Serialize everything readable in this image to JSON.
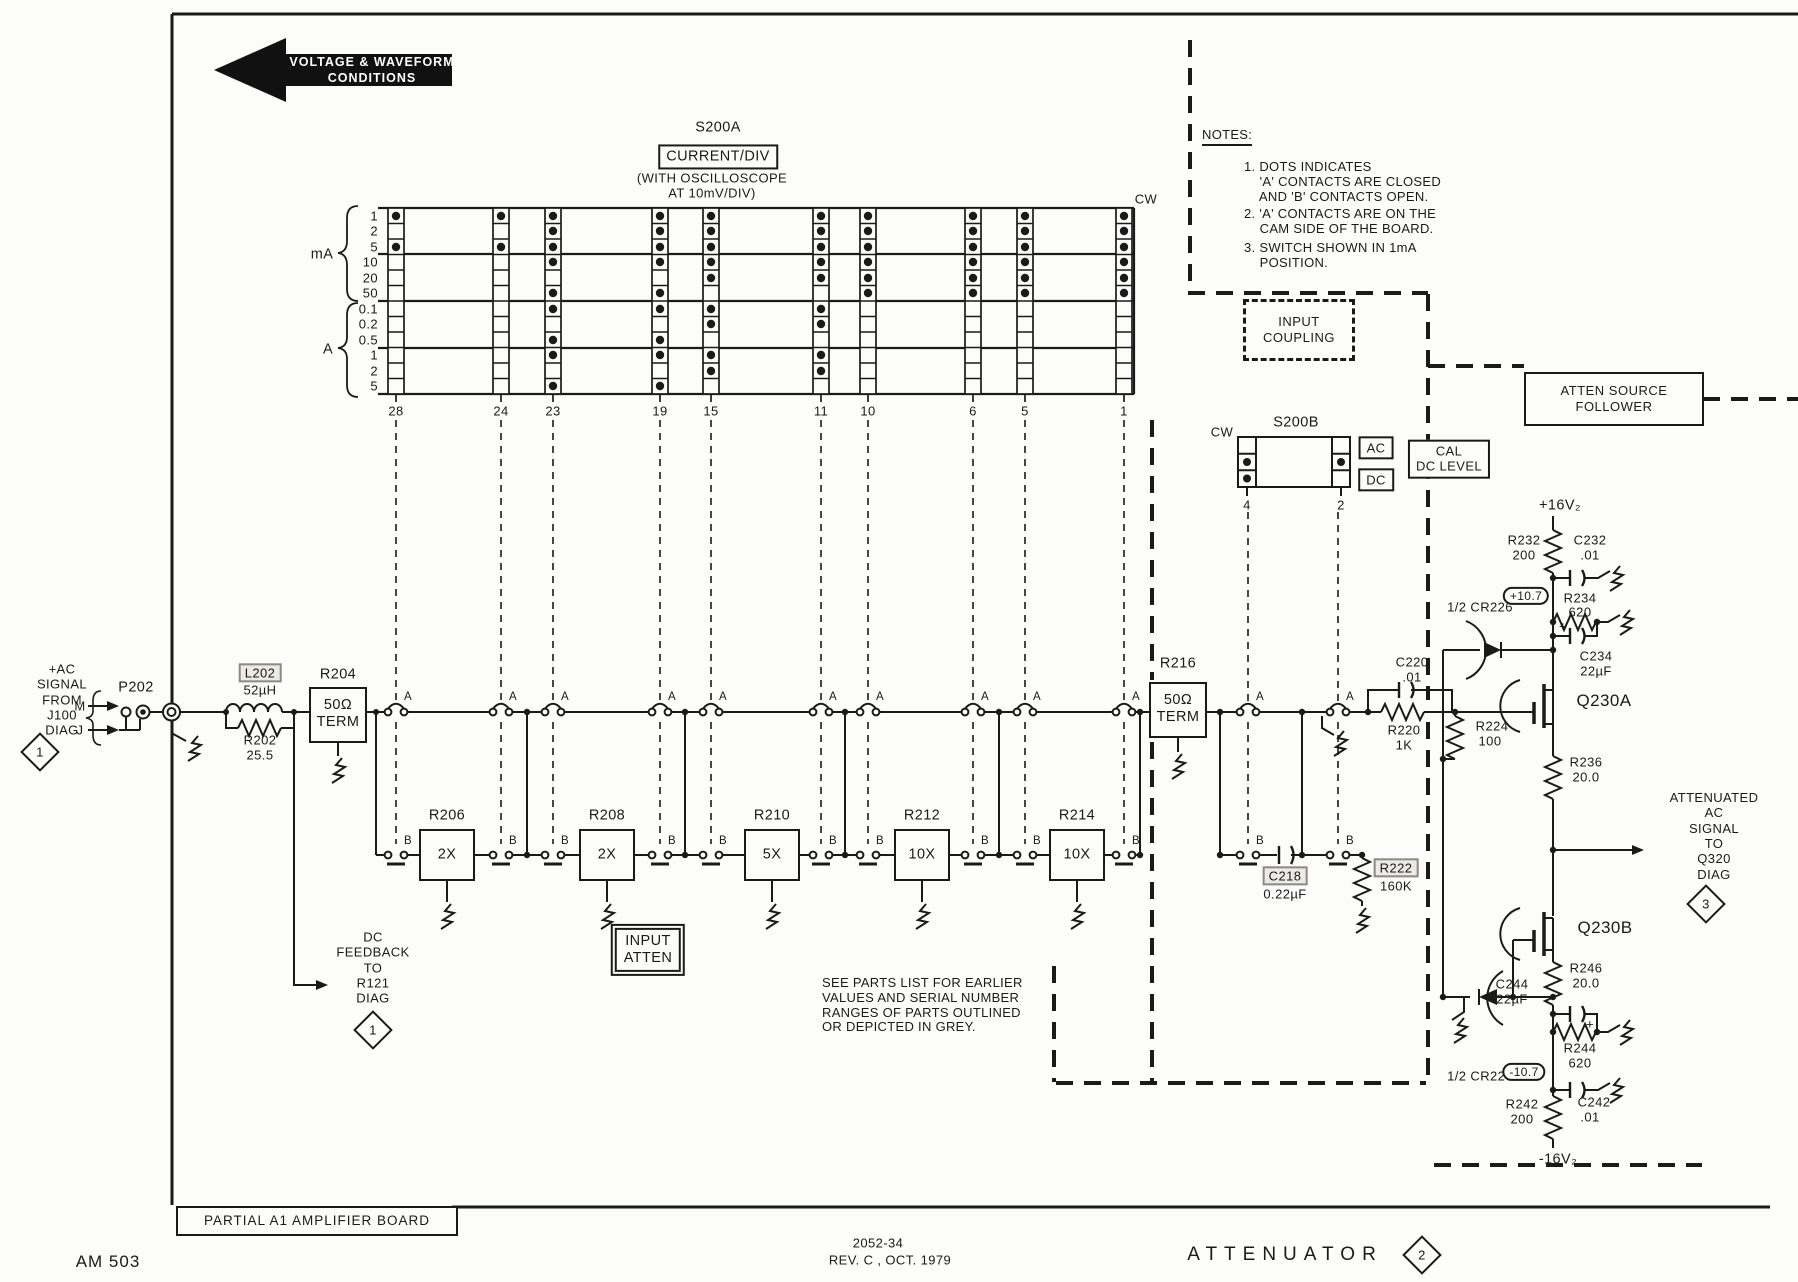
{
  "title_arrow": {
    "label": "VOLTAGE & WAVEFORM\nCONDITIONS"
  },
  "s200a": {
    "name": "S200A",
    "function": "CURRENT/DIV",
    "condition": "(WITH OSCILLOSCOPE\nAT 10mV/DIV)",
    "cw": "CW",
    "unit_groups": [
      {
        "label": "mA",
        "rows": [
          "1",
          "2",
          "5",
          "10",
          "20",
          "50"
        ]
      },
      {
        "label": "A",
        "rows": [
          "0.1",
          "0.2",
          "0.5",
          "1",
          "2",
          "5"
        ]
      }
    ],
    "cams": [
      {
        "contact": "28",
        "closed_rows": [
          0,
          2
        ]
      },
      {
        "contact": "24",
        "closed_rows": [
          0,
          2
        ]
      },
      {
        "contact": "23",
        "closed_rows": [
          0,
          1,
          2,
          3,
          5,
          6,
          8,
          9,
          11
        ]
      },
      {
        "contact": "19",
        "closed_rows": [
          0,
          1,
          2,
          3,
          5,
          6,
          8,
          9,
          11
        ]
      },
      {
        "contact": "15",
        "closed_rows": [
          0,
          1,
          2,
          3,
          4,
          6,
          7,
          9,
          10
        ]
      },
      {
        "contact": "11",
        "closed_rows": [
          0,
          1,
          2,
          3,
          4,
          6,
          7,
          9,
          10
        ]
      },
      {
        "contact": "10",
        "closed_rows": [
          0,
          1,
          2,
          3,
          4,
          5
        ]
      },
      {
        "contact": "6",
        "closed_rows": [
          0,
          1,
          2,
          3,
          4,
          5
        ]
      },
      {
        "contact": "5",
        "closed_rows": [
          0,
          1,
          2,
          3,
          4,
          5
        ]
      },
      {
        "contact": "1",
        "closed_rows": [
          0,
          1,
          2,
          3,
          4,
          5
        ]
      }
    ]
  },
  "s200b": {
    "name": "S200B",
    "cw": "CW",
    "contact_4": "4",
    "contact_2": "2",
    "mode_ac": "AC",
    "mode_dc": "DC",
    "cal": "CAL\nDC LEVEL"
  },
  "notes": {
    "heading": "NOTES:",
    "items": [
      "1. DOTS INDICATES\n    'A' CONTACTS ARE CLOSED\n    AND 'B' CONTACTS OPEN.",
      "2. 'A' CONTACTS ARE ON THE\n    CAM SIDE OF THE BOARD.",
      "3. SWITCH SHOWN IN 1mA\n    POSITION."
    ]
  },
  "boxes": {
    "input_coupling": "INPUT\nCOUPLING",
    "atten_source_follower": "ATTEN SOURCE\nFOLLOWER",
    "input_atten": "INPUT\nATTEN"
  },
  "contacts": {
    "a": "A",
    "b": "B"
  },
  "input": {
    "signal": "+AC\nSIGNAL\nFROM\nJ100\nDIAG",
    "pin_m": "M",
    "pin_j": "J",
    "connector": "P202",
    "diamond": "1"
  },
  "feedback": {
    "label": "DC\nFEEDBACK\nTO\nR121\nDIAG",
    "diamond": "1"
  },
  "output": {
    "label": "ATTENUATED\nAC\nSIGNAL\nTO\nQ320\nDIAG",
    "diamond": "3"
  },
  "parts_note": "SEE PARTS LIST FOR EARLIER\nVALUES AND SERIAL NUMBER\nRANGES OF PARTS OUTLINED\nOR DEPICTED IN GREY.",
  "components": {
    "L202": {
      "ref": "L202",
      "value": "52µH"
    },
    "R202": {
      "ref": "R202",
      "value": "25.5"
    },
    "R204": {
      "ref": "R204",
      "value": "50Ω\nTERM"
    },
    "R206": {
      "ref": "R206",
      "factor": "2X"
    },
    "R208": {
      "ref": "R208",
      "factor": "2X"
    },
    "R210": {
      "ref": "R210",
      "factor": "5X"
    },
    "R212": {
      "ref": "R212",
      "factor": "10X"
    },
    "R214": {
      "ref": "R214",
      "factor": "10X"
    },
    "R216": {
      "ref": "R216",
      "value": "50Ω\nTERM"
    },
    "C218": {
      "ref": "C218",
      "value": "0.22µF"
    },
    "R222": {
      "ref": "R222",
      "value": "160K"
    },
    "C220": {
      "ref": "C220",
      "value": ".01"
    },
    "R220": {
      "ref": "R220",
      "value": "1K"
    },
    "R224": {
      "ref": "R224",
      "value": "100"
    },
    "CR226A": {
      "ref": "1/2 CR226"
    },
    "CR226B": {
      "ref": "1/2 CR226"
    },
    "R232": {
      "ref": "R232",
      "value": "200"
    },
    "C232": {
      "ref": "C232",
      "value": ".01"
    },
    "R234": {
      "ref": "R234",
      "value": "620"
    },
    "C234": {
      "ref": "C234",
      "value": "22µF",
      "polarity": "+"
    },
    "Q230A": {
      "ref": "Q230A"
    },
    "R236": {
      "ref": "R236",
      "value": "20.0"
    },
    "Q230B": {
      "ref": "Q230B"
    },
    "R246": {
      "ref": "R246",
      "value": "20.0"
    },
    "C244": {
      "ref": "C244",
      "value": "22µF",
      "polarity": "+"
    },
    "R244": {
      "ref": "R244",
      "value": "620"
    },
    "C242": {
      "ref": "C242",
      "value": ".01"
    },
    "R242": {
      "ref": "R242",
      "value": "200"
    }
  },
  "power": {
    "pos": "+16V₂",
    "neg": "-16V₂"
  },
  "test_voltages": {
    "pos": "+10.7",
    "neg": "-10.7"
  },
  "footer": {
    "board": "PARTIAL A1 AMPLIFIER BOARD",
    "model": "AM 503",
    "doc_number": "2052-34",
    "revision": "REV. C , OCT. 1979",
    "sheet_title": "ATTENUATOR",
    "sheet_diamond": "2"
  }
}
